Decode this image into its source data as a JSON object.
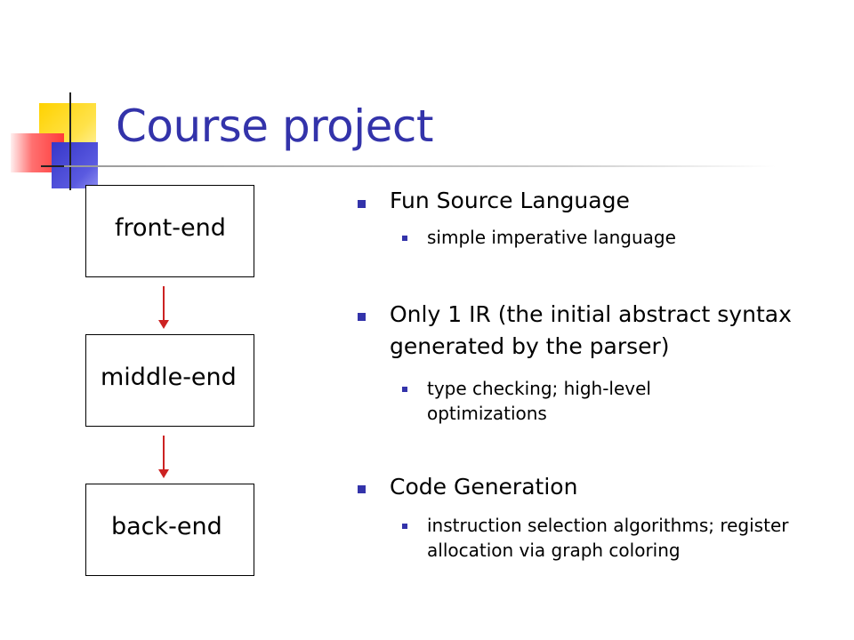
{
  "slide": {
    "title": "Course project",
    "accent_color": "#3333aa",
    "arrow_color": "#cc2222"
  },
  "pipeline": {
    "stages": [
      "front-end",
      "middle-end",
      "back-end"
    ]
  },
  "bullets": [
    {
      "text": "Fun Source Language",
      "sub": [
        "simple imperative language"
      ]
    },
    {
      "text": "Only 1 IR (the initial abstract syntax generated by the parser)",
      "sub": [
        "type checking; high-level optimizations"
      ]
    },
    {
      "text": "Code Generation",
      "sub": [
        "instruction selection algorithms; register allocation via graph coloring"
      ]
    }
  ]
}
